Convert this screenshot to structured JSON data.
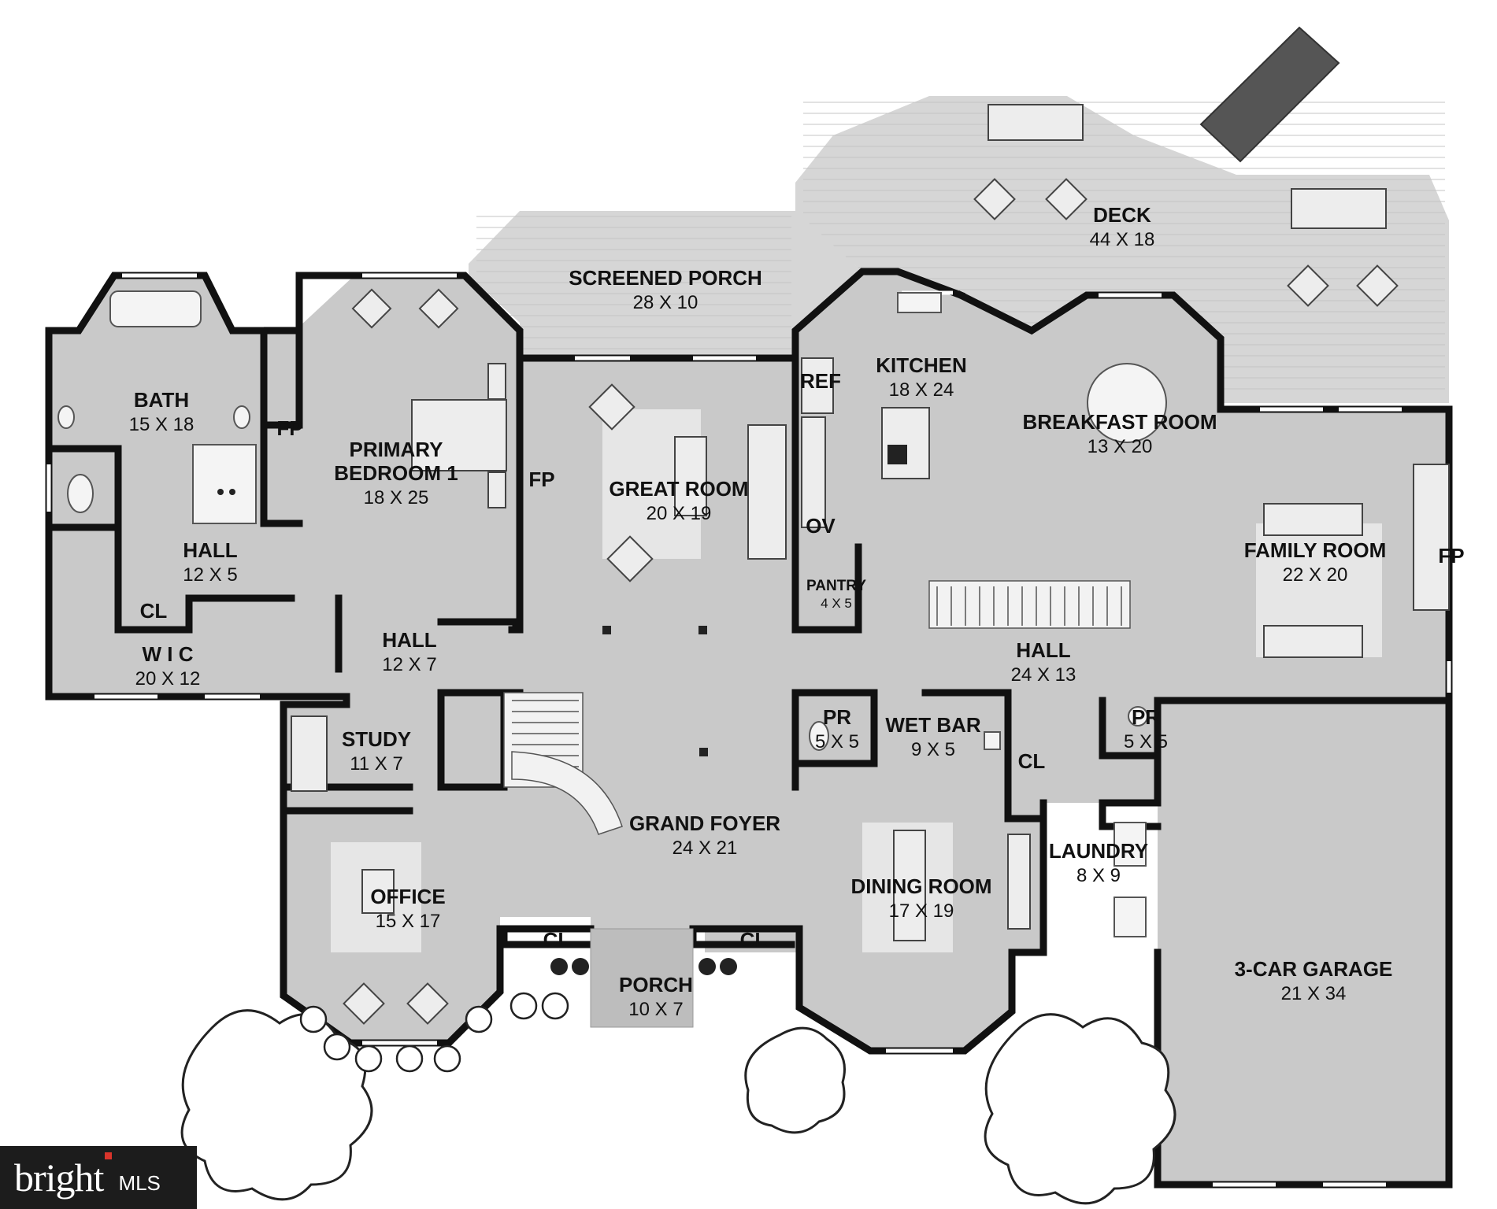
{
  "rooms": [
    {
      "id": "bath",
      "name": "BATH",
      "dims": "15 X 18"
    },
    {
      "id": "primary-bedroom",
      "name": "PRIMARY",
      "name2": "BEDROOM 1",
      "dims": "18 X 25"
    },
    {
      "id": "screened-porch",
      "name": "SCREENED PORCH",
      "dims": "28 X 10"
    },
    {
      "id": "deck",
      "name": "DECK",
      "dims": "44 X 18"
    },
    {
      "id": "kitchen",
      "name": "KITCHEN",
      "dims": "18 X 24"
    },
    {
      "id": "breakfast-room",
      "name": "BREAKFAST ROOM",
      "dims": "13 X 20"
    },
    {
      "id": "great-room",
      "name": "GREAT ROOM",
      "dims": "20 X 19"
    },
    {
      "id": "family-room",
      "name": "FAMILY ROOM",
      "dims": "22 X 20"
    },
    {
      "id": "hall-bedroom",
      "name": "HALL",
      "dims": "12 X 5"
    },
    {
      "id": "wic",
      "name": "W I C",
      "dims": "20 X 12"
    },
    {
      "id": "hall-center",
      "name": "HALL",
      "dims": "12 X 7"
    },
    {
      "id": "pantry",
      "name": "PANTRY",
      "dims": "4 X 5"
    },
    {
      "id": "hall-east",
      "name": "HALL",
      "dims": "24 X 13"
    },
    {
      "id": "study",
      "name": "STUDY",
      "dims": "11 X 7"
    },
    {
      "id": "pr-1",
      "name": "PR",
      "dims": "5 X 5"
    },
    {
      "id": "wet-bar",
      "name": "WET BAR",
      "dims": "9 X 5"
    },
    {
      "id": "pr-2",
      "name": "PR",
      "dims": "5 X 5"
    },
    {
      "id": "grand-foyer",
      "name": "GRAND FOYER",
      "dims": "24 X 21"
    },
    {
      "id": "laundry",
      "name": "LAUNDRY",
      "dims": "8 X 9"
    },
    {
      "id": "office",
      "name": "OFFICE",
      "dims": "15 X 17"
    },
    {
      "id": "dining-room",
      "name": "DINING ROOM",
      "dims": "17 X 19"
    },
    {
      "id": "porch",
      "name": "PORCH",
      "dims": "10 X 7"
    },
    {
      "id": "garage",
      "name": "3-CAR GARAGE",
      "dims": "21 X 34"
    }
  ],
  "small_labels": [
    {
      "id": "fp-bedroom",
      "text": "FP"
    },
    {
      "id": "fp-great-room",
      "text": "FP"
    },
    {
      "id": "fp-family-room",
      "text": "FP"
    },
    {
      "id": "ref",
      "text": "REF"
    },
    {
      "id": "ov",
      "text": "OV"
    },
    {
      "id": "cl-bedroom-hall",
      "text": "CL"
    },
    {
      "id": "cl-laundry",
      "text": "CL"
    },
    {
      "id": "cl-foyer-west",
      "text": "CL"
    },
    {
      "id": "cl-foyer-east",
      "text": "CL"
    }
  ],
  "logo": {
    "brand": "bright",
    "suffix": "MLS"
  }
}
